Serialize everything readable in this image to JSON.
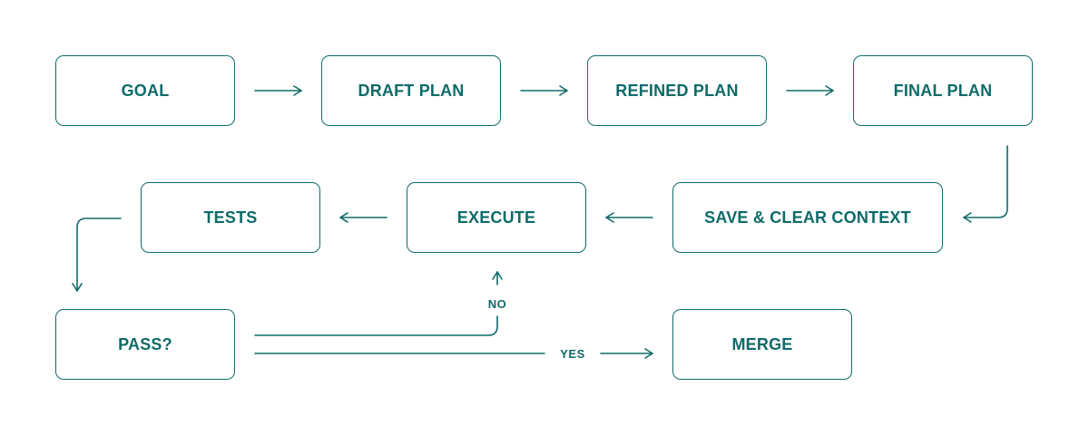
{
  "colors": {
    "stroke": "#0e6b68",
    "text": "#0e6b68",
    "background": "#ffffff"
  },
  "nodes": {
    "goal": "GOAL",
    "draft_plan": "DRAFT PLAN",
    "refined_plan": "REFINED PLAN",
    "final_plan": "FINAL PLAN",
    "save_clear": "SAVE & CLEAR CONTEXT",
    "execute": "EXECUTE",
    "tests": "TESTS",
    "pass": "PASS?",
    "merge": "MERGE"
  },
  "edge_labels": {
    "no": "NO",
    "yes": "YES"
  }
}
